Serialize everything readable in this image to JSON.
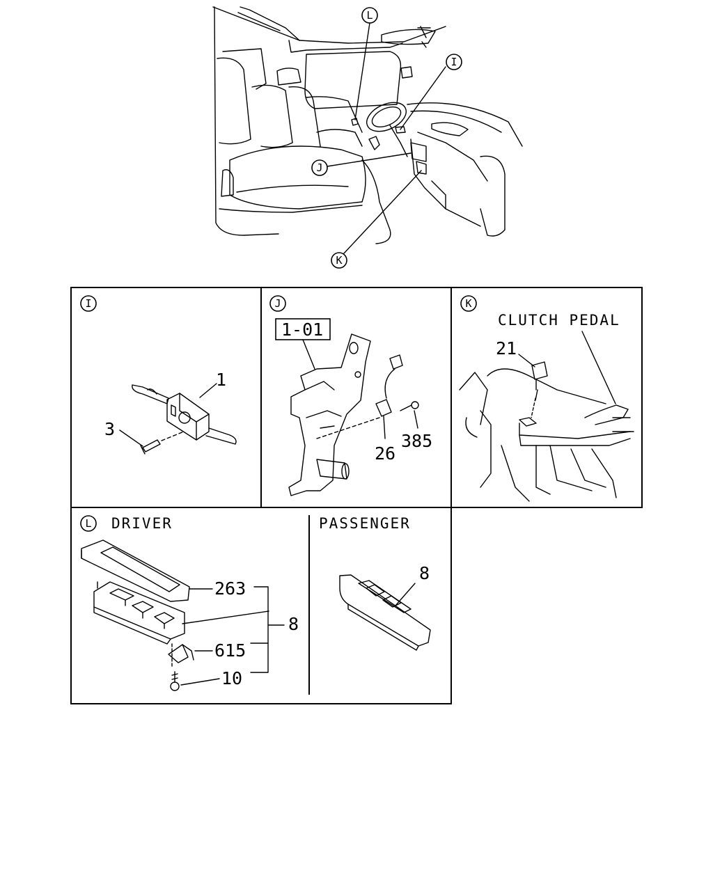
{
  "overview": {
    "callouts": [
      "L",
      "I",
      "J",
      "K"
    ]
  },
  "panels": {
    "I": {
      "callout": "I",
      "parts": [
        "1",
        "3"
      ]
    },
    "J": {
      "callout": "J",
      "ref_box": "1-01",
      "parts": [
        "26",
        "385"
      ]
    },
    "K": {
      "callout": "K",
      "title": "CLUTCH PEDAL",
      "parts": [
        "21"
      ]
    },
    "L": {
      "callout": "L",
      "driver_label": "DRIVER",
      "passenger_label": "PASSENGER",
      "driver_parts": [
        "263",
        "615",
        "10"
      ],
      "driver_assembly": "8",
      "passenger_part": "8"
    }
  }
}
